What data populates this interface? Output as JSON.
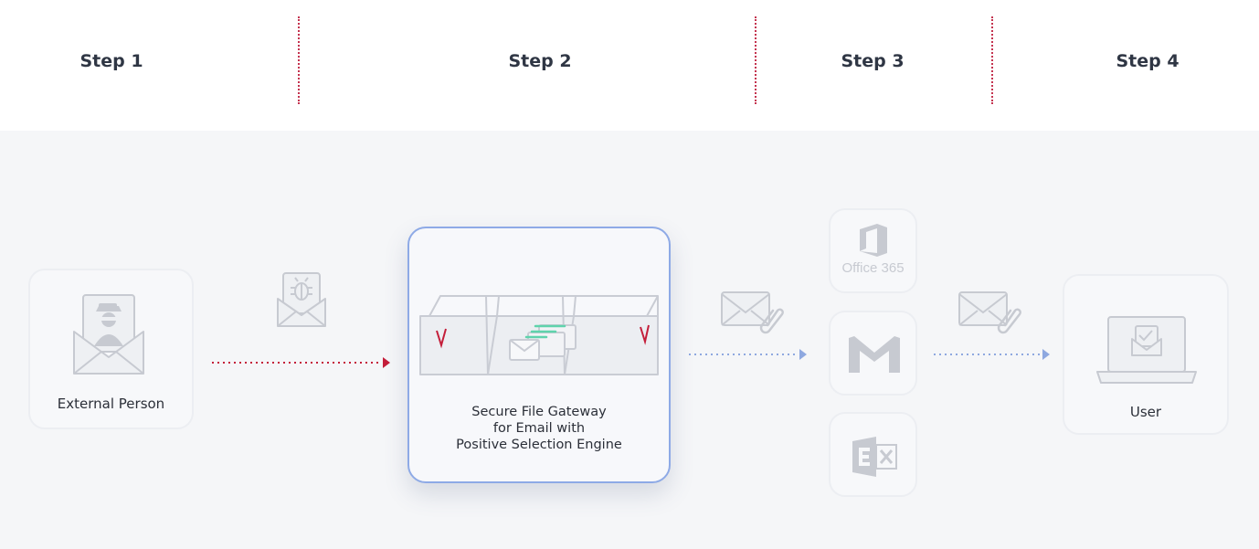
{
  "steps": [
    {
      "label": "Step 1"
    },
    {
      "label": "Step 2"
    },
    {
      "label": "Step 3"
    },
    {
      "label": "Step 4"
    }
  ],
  "nodes": {
    "external_person": {
      "label": "External Person"
    },
    "gateway": {
      "lines": [
        "Secure File Gateway",
        "for Email with",
        "Positive Selection Engine"
      ]
    },
    "services": {
      "office365": {
        "label": "Office 365"
      },
      "gmail": {
        "icon": "gmail-icon"
      },
      "exchange": {
        "icon": "exchange-icon"
      }
    },
    "user": {
      "label": "User"
    }
  },
  "icons": {
    "external_person": "hacker-envelope-icon",
    "malicious_email": "bug-envelope-icon",
    "gateway": "gateway-box-icon",
    "clean_email": "envelope-attachment-icon",
    "user": "laptop-email-icon"
  },
  "colors": {
    "step_text": "#2f3644",
    "divider": "#c4334f",
    "malicious_arrow": "#c41e3a",
    "clean_arrow": "#8ea8e0",
    "gateway_border": "#8eaae6",
    "icon_gray": "#c7cad1",
    "stage_background": "#f5f6f8"
  }
}
